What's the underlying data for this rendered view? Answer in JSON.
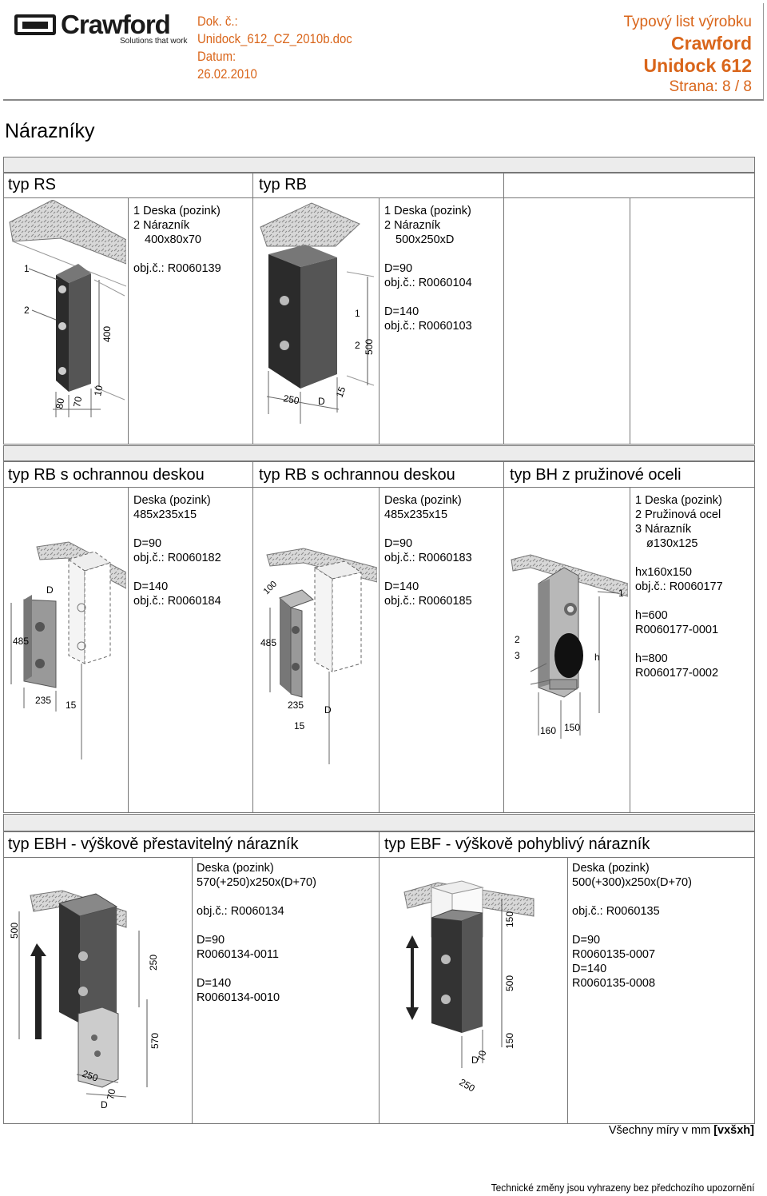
{
  "header": {
    "brand": "Crawford",
    "slogan": "Solutions that work",
    "doc_label": "Dok. č.:",
    "doc_value": "Unidock_612_CZ_2010b.doc",
    "date_label": "Datum:",
    "date_value": "26.02.2010",
    "sheet_type": "Typový list výrobku",
    "product_brand": "Crawford",
    "product_name": "Unidock 612",
    "page": "Strana: 8 / 8"
  },
  "section_title": "Nárazníky",
  "row1": {
    "rs": {
      "caption": "typ RS",
      "lines": [
        "1 Deska (pozink)",
        "2 Nárazník",
        "   400x80x70",
        "",
        "obj.č.: R0060139"
      ]
    },
    "rb": {
      "caption": "typ RB",
      "lines": [
        "1 Deska (pozink)",
        "2 Nárazník",
        "   500x250xD",
        "",
        "D=90",
        "obj.č.: R0060104",
        "",
        "D=140",
        "obj.č.: R0060103"
      ]
    }
  },
  "row2": {
    "rbs1": {
      "caption": "typ RB s ochrannou deskou",
      "lines": [
        "Deska (pozink)",
        "485x235x15",
        "",
        "D=90",
        "obj.č.: R0060182",
        "",
        "D=140",
        "obj.č.: R0060184"
      ]
    },
    "rbs2": {
      "caption": "typ RB s ochrannou deskou",
      "lines": [
        "Deska (pozink)",
        "485x235x15",
        "",
        "D=90",
        "obj.č.: R0060183",
        "",
        "D=140",
        "obj.č.: R0060185"
      ]
    },
    "bh": {
      "caption": "typ BH z pružinové oceli",
      "lines": [
        "1 Deska (pozink)",
        "2 Pružinová ocel",
        "3 Nárazník",
        "   ø130x125",
        "",
        "hx160x150",
        "obj.č.: R0060177",
        "",
        "h=600",
        "R0060177-0001",
        "",
        "h=800",
        "R0060177-0002"
      ]
    }
  },
  "row3": {
    "ebh": {
      "caption": "typ EBH - výškově přestavitelný nárazník",
      "lines": [
        "Deska (pozink)",
        "570(+250)x250x(D+70)",
        "",
        "obj.č.: R0060134",
        "",
        "D=90",
        "R0060134-0011",
        "",
        "D=140",
        "R0060134-0010"
      ]
    },
    "ebf": {
      "caption": "typ EBF - výškově pohyblivý nárazník",
      "lines": [
        "Deska (pozink)",
        "500(+300)x250x(D+70)",
        "",
        "obj.č.: R0060135",
        "",
        "D=90",
        "R0060135-0007",
        "D=140",
        "R0060135-0008"
      ]
    }
  },
  "dimensions": {
    "rs": [
      "1",
      "2",
      "400",
      "80",
      "70",
      "10"
    ],
    "rb": [
      "1",
      "2",
      "500",
      "250",
      "D",
      "15"
    ],
    "rbs1": [
      "485",
      "D",
      "235",
      "15"
    ],
    "rbs2": [
      "100",
      "485",
      "235",
      "D",
      "15"
    ],
    "bh": [
      "1",
      "2",
      "3",
      "h",
      "160",
      "150"
    ],
    "ebh": [
      "500",
      "250",
      "570",
      "250",
      "D",
      "70"
    ],
    "ebf": [
      "150",
      "500",
      "150",
      "D",
      "70",
      "250"
    ]
  },
  "units_note_prefix": "Všechny míry v mm ",
  "units_note_bold": "[vxšxh]",
  "disclaimer": "Technické změny jsou vyhrazeny bez předchozího upozornění",
  "colors": {
    "header_text": "#d9651a",
    "grid_header": "#ececec"
  }
}
